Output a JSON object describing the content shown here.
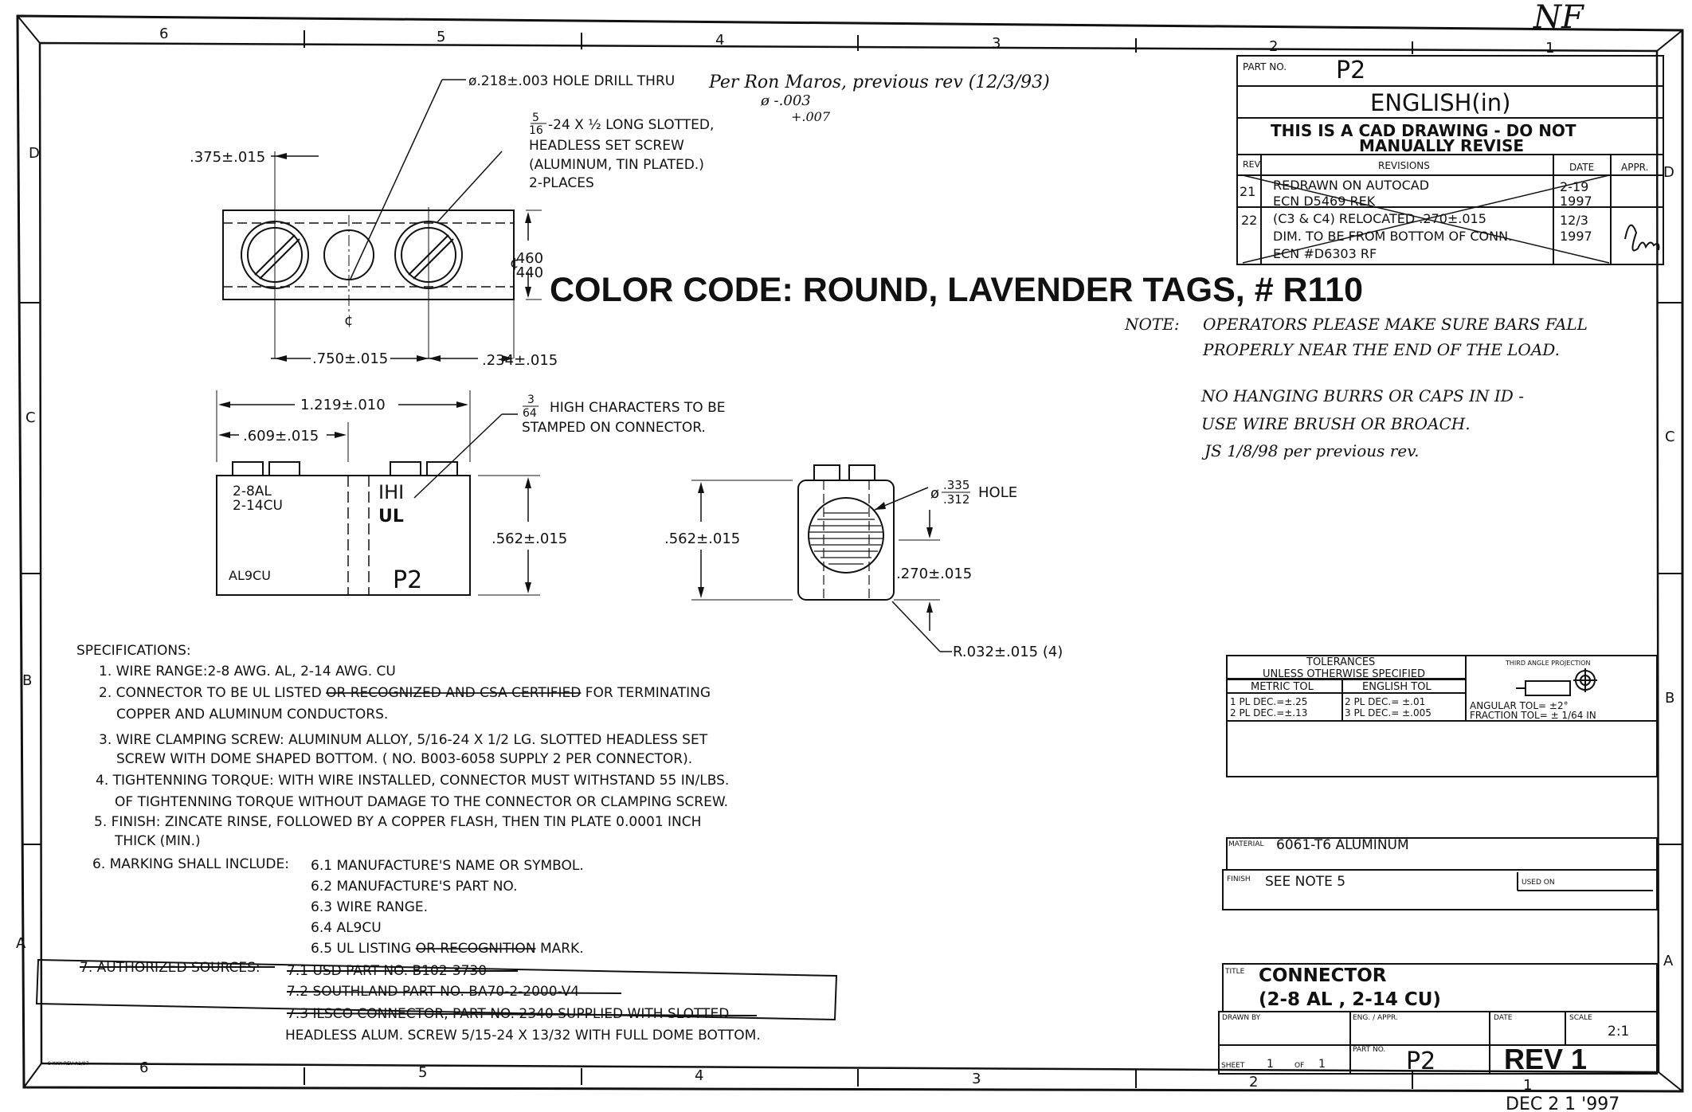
{
  "stamp_top": "NF",
  "stamp_bottom": "DEC 2 1 '997",
  "zones": {
    "top": [
      "6",
      "5",
      "4",
      "3",
      "2",
      "1"
    ],
    "bottom": [
      "6",
      "5",
      "4",
      "3",
      "2",
      "1"
    ],
    "left": [
      "D",
      "C",
      "B",
      "A"
    ],
    "right": [
      "D",
      "C",
      "B",
      "A"
    ]
  },
  "title_block": {
    "part_no_label": "PART NO.",
    "part_no": "P2",
    "units": "ENGLISH(in)",
    "cad_warning_1": "THIS IS A CAD DRAWING - DO NOT",
    "cad_warning_2": "MANUALLY REVISE",
    "rev_header": "REV",
    "revisions_header": "REVISIONS",
    "date_header": "DATE",
    "appr_header": "APPR.",
    "revisions": [
      {
        "rev": "21",
        "line1": "REDRAWN ON AUTOCAD",
        "line2": "ECN D5469         REK",
        "line3": "",
        "date1": "2-19",
        "date2": "1997"
      },
      {
        "rev": "22",
        "line1": "(C3 & C4) RELOCATED .270±.015",
        "line2": "DIM. TO BE FROM BOTTOM OF CONN.",
        "line3": "ECN #D6303         RF",
        "date1": "12/3",
        "date2": "1997"
      }
    ],
    "tolerances_title_1": "TOLERANCES",
    "tolerances_title_2": "UNLESS OTHERWISE SPECIFIED",
    "projection_label": "THIRD ANGLE PROJECTION",
    "metric_tol_header": "METRIC TOL",
    "english_tol_header": "ENGLISH TOL",
    "metric_tol_1": "1  PL  DEC.=±.25",
    "metric_tol_2": "2  PL  DEC.=±.13",
    "english_tol_1": "2  PL  DEC.= ±.01",
    "english_tol_2": "3  PL  DEC.= ±.005",
    "angular_tol": "ANGULAR TOL= ±2°",
    "fraction_tol": "FRACTION TOL= ± 1/64 IN",
    "material_label": "MATERIAL",
    "material": "6061-T6 ALUMINUM",
    "finish_label": "FINISH",
    "finish": "SEE NOTE 5",
    "used_on_label": "USED ON",
    "title_label": "TITLE",
    "title_1": "CONNECTOR",
    "title_2": "(2-8 AL , 2-14 CU)",
    "drawn_by_label": "DRAWN BY",
    "eng_appr_label": "ENG. / APPR.",
    "date_label": "DATE",
    "scale_label": "SCALE",
    "scale": "2:1",
    "sheet_label": "SHEET",
    "sheet": "1",
    "of_label": "OF",
    "sheet_total": "1",
    "part_no_label_2": "PART NO.",
    "part_no_2": "P2",
    "rev_big": "REV 1",
    "form_id": "S-XXX REV A1/97"
  },
  "color_code": "COLOR CODE:  ROUND, LAVENDER TAGS, # R110",
  "top_view": {
    "hole_note": "ø.218±.003 HOLE DRILL THRU",
    "hole_hand_1": "Per Ron Maros, previous rev (12/3/93)",
    "hole_hand_2": "ø  -.003",
    "hole_hand_3": "+.007",
    "screw_frac_num": "5",
    "screw_frac_den": "16",
    "screw_note_1": "-24 X ½ LONG SLOTTED,",
    "screw_note_2": "HEADLESS SET SCREW",
    "screw_note_3": "(ALUMINUM, TIN PLATED.)",
    "screw_note_4": "2-PLACES",
    "dim_375": ".375±.015",
    "dim_460": ".460",
    "dim_440": ".440",
    "centerline_mark": "¢",
    "dim_750": ".750±.015",
    "dim_234": ".234±.015"
  },
  "front_view": {
    "dim_1219": "1.219±.010",
    "dim_609": ".609±.015",
    "char_frac_num": "3",
    "char_frac_den": "64",
    "char_note_1": "HIGH CHARACTERS TO BE",
    "char_note_2": "STAMPED ON CONNECTOR.",
    "mark_range_1": "2-8AL",
    "mark_range_2": "2-14CU",
    "mark_ihi": "IHI",
    "mark_ul": "UL",
    "mark_al9cu": "AL9CU",
    "mark_part": "P2",
    "dim_562": ".562±.015"
  },
  "side_view": {
    "dim_562": ".562±.015",
    "hole_335": ".335",
    "hole_312": ".312",
    "hole_label": "HOLE",
    "hole_prefix": "ø",
    "dim_270": ".270±.015",
    "radius": "R.032±.015 (4)"
  },
  "hand_note": {
    "label": "NOTE:",
    "line1": "OPERATORS PLEASE MAKE SURE BARS FALL",
    "line2": "PROPERLY NEAR THE END OF THE LOAD.",
    "line3": "NO HANGING BURRS OR CAPS IN ID -",
    "line4": "USE WIRE BRUSH OR BROACH.",
    "line5": "JS 1/8/98 per previous rev."
  },
  "specifications": {
    "heading": "SPECIFICATIONS:",
    "s1": "1. WIRE RANGE:2-8 AWG. AL, 2-14 AWG. CU",
    "s2a": "2. CONNECTOR TO BE UL LISTED",
    "s2_struck": "OR RECOGNIZED AND CSA CERTIFIED",
    "s2b": "FOR TERMINATING",
    "s2c": "COPPER AND ALUMINUM CONDUCTORS.",
    "s3a": "3. WIRE CLAMPING SCREW: ALUMINUM ALLOY, 5/16-24 X 1/2 LG. SLOTTED HEADLESS SET",
    "s3b": "SCREW WITH DOME SHAPED BOTTOM.      ( NO. B003-6058 SUPPLY 2 PER CONNECTOR).",
    "s4a": "4. TIGHTENNING TORQUE: WITH WIRE INSTALLED, CONNECTOR MUST WITHSTAND 55 IN/LBS.",
    "s4b": "OF TIGHTENNING TORQUE WITHOUT DAMAGE TO THE CONNECTOR OR CLAMPING SCREW.",
    "s5a": "5. FINISH:  ZINCATE RINSE, FOLLOWED BY A COPPER FLASH, THEN TIN PLATE 0.0001 INCH",
    "s5b": "THICK (MIN.)",
    "s6": "6. MARKING SHALL INCLUDE:",
    "s61": "6.1 MANUFACTURE'S NAME OR SYMBOL.",
    "s62": "6.2 MANUFACTURE'S PART NO.",
    "s63": "6.3 WIRE RANGE.",
    "s64": "6.4 AL9CU",
    "s65a": "6.5 UL LISTING",
    "s65_struck": "OR RECOGNITION",
    "s65b": "MARK.",
    "s7": "7. AUTHORIZED SOURCES:",
    "s71": "7.1 USD PART NO. B102-3730",
    "s72": "7.2 SOUTHLAND PART NO. BA70-2-2000-V4",
    "s73": "7.3 ILSCO CONNECTOR, PART NO. 2340 SUPPLIED WITH SLOTTED",
    "s73b": "HEADLESS ALUM. SCREW 5/15-24 X 13/32 WITH FULL DOME BOTTOM."
  }
}
